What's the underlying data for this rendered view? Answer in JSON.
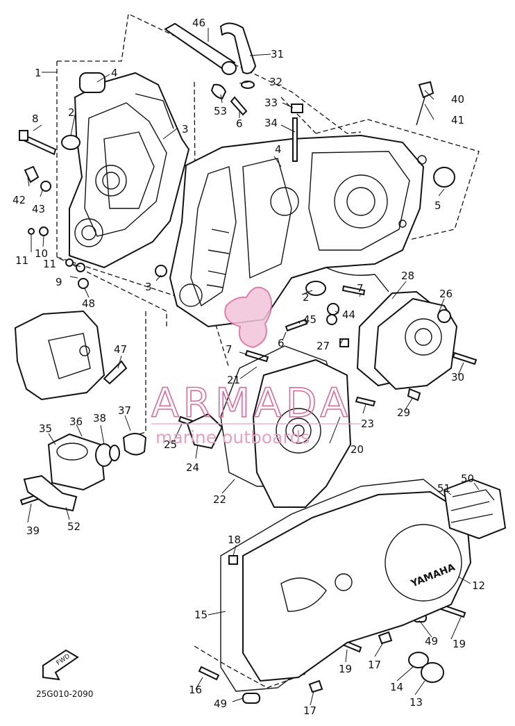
{
  "diagram": {
    "code": "25G010-2090",
    "fwd_label": "FWD",
    "brand_on_cover": "YAMAHA",
    "callouts": [
      "1",
      "2",
      "3",
      "4",
      "5",
      "6",
      "7",
      "8",
      "9",
      "10",
      "11",
      "12",
      "13",
      "14",
      "15",
      "16",
      "17",
      "18",
      "19",
      "20",
      "21",
      "22",
      "23",
      "24",
      "25",
      "26",
      "27",
      "28",
      "29",
      "30",
      "31",
      "32",
      "33",
      "34",
      "35",
      "36",
      "37",
      "38",
      "39",
      "40",
      "41",
      "42",
      "43",
      "44",
      "45",
      "46",
      "47",
      "48",
      "49",
      "50",
      "51",
      "52",
      "53"
    ]
  },
  "watermark": {
    "name": "ARMADA",
    "tagline": "marine outboards",
    "color": "#d66a9a"
  },
  "labels": [
    {
      "text": "46"
    },
    {
      "text": "31"
    },
    {
      "text": "32"
    },
    {
      "text": "4"
    },
    {
      "text": "1"
    },
    {
      "text": "2"
    },
    {
      "text": "3"
    },
    {
      "text": "8"
    },
    {
      "text": "42"
    },
    {
      "text": "43"
    },
    {
      "text": "10"
    },
    {
      "text": "11"
    },
    {
      "text": "11"
    },
    {
      "text": "9"
    },
    {
      "text": "3"
    },
    {
      "text": "48"
    },
    {
      "text": "53"
    },
    {
      "text": "6"
    },
    {
      "text": "33"
    },
    {
      "text": "34"
    },
    {
      "text": "4"
    },
    {
      "text": "40"
    },
    {
      "text": "41"
    },
    {
      "text": "5"
    },
    {
      "text": "28"
    },
    {
      "text": "26"
    },
    {
      "text": "7"
    },
    {
      "text": "2"
    },
    {
      "text": "44"
    },
    {
      "text": "45"
    },
    {
      "text": "6"
    },
    {
      "text": "27"
    },
    {
      "text": "30"
    },
    {
      "text": "7"
    },
    {
      "text": "21"
    },
    {
      "text": "29"
    },
    {
      "text": "23"
    },
    {
      "text": "20"
    },
    {
      "text": "47"
    },
    {
      "text": "35"
    },
    {
      "text": "36"
    },
    {
      "text": "38"
    },
    {
      "text": "37"
    },
    {
      "text": "25"
    },
    {
      "text": "24"
    },
    {
      "text": "22"
    },
    {
      "text": "39"
    },
    {
      "text": "52"
    },
    {
      "text": "50"
    },
    {
      "text": "51"
    },
    {
      "text": "18"
    },
    {
      "text": "12"
    },
    {
      "text": "15"
    },
    {
      "text": "49"
    },
    {
      "text": "19"
    },
    {
      "text": "19"
    },
    {
      "text": "17"
    },
    {
      "text": "14"
    },
    {
      "text": "13"
    },
    {
      "text": "16"
    },
    {
      "text": "49"
    },
    {
      "text": "17"
    }
  ]
}
